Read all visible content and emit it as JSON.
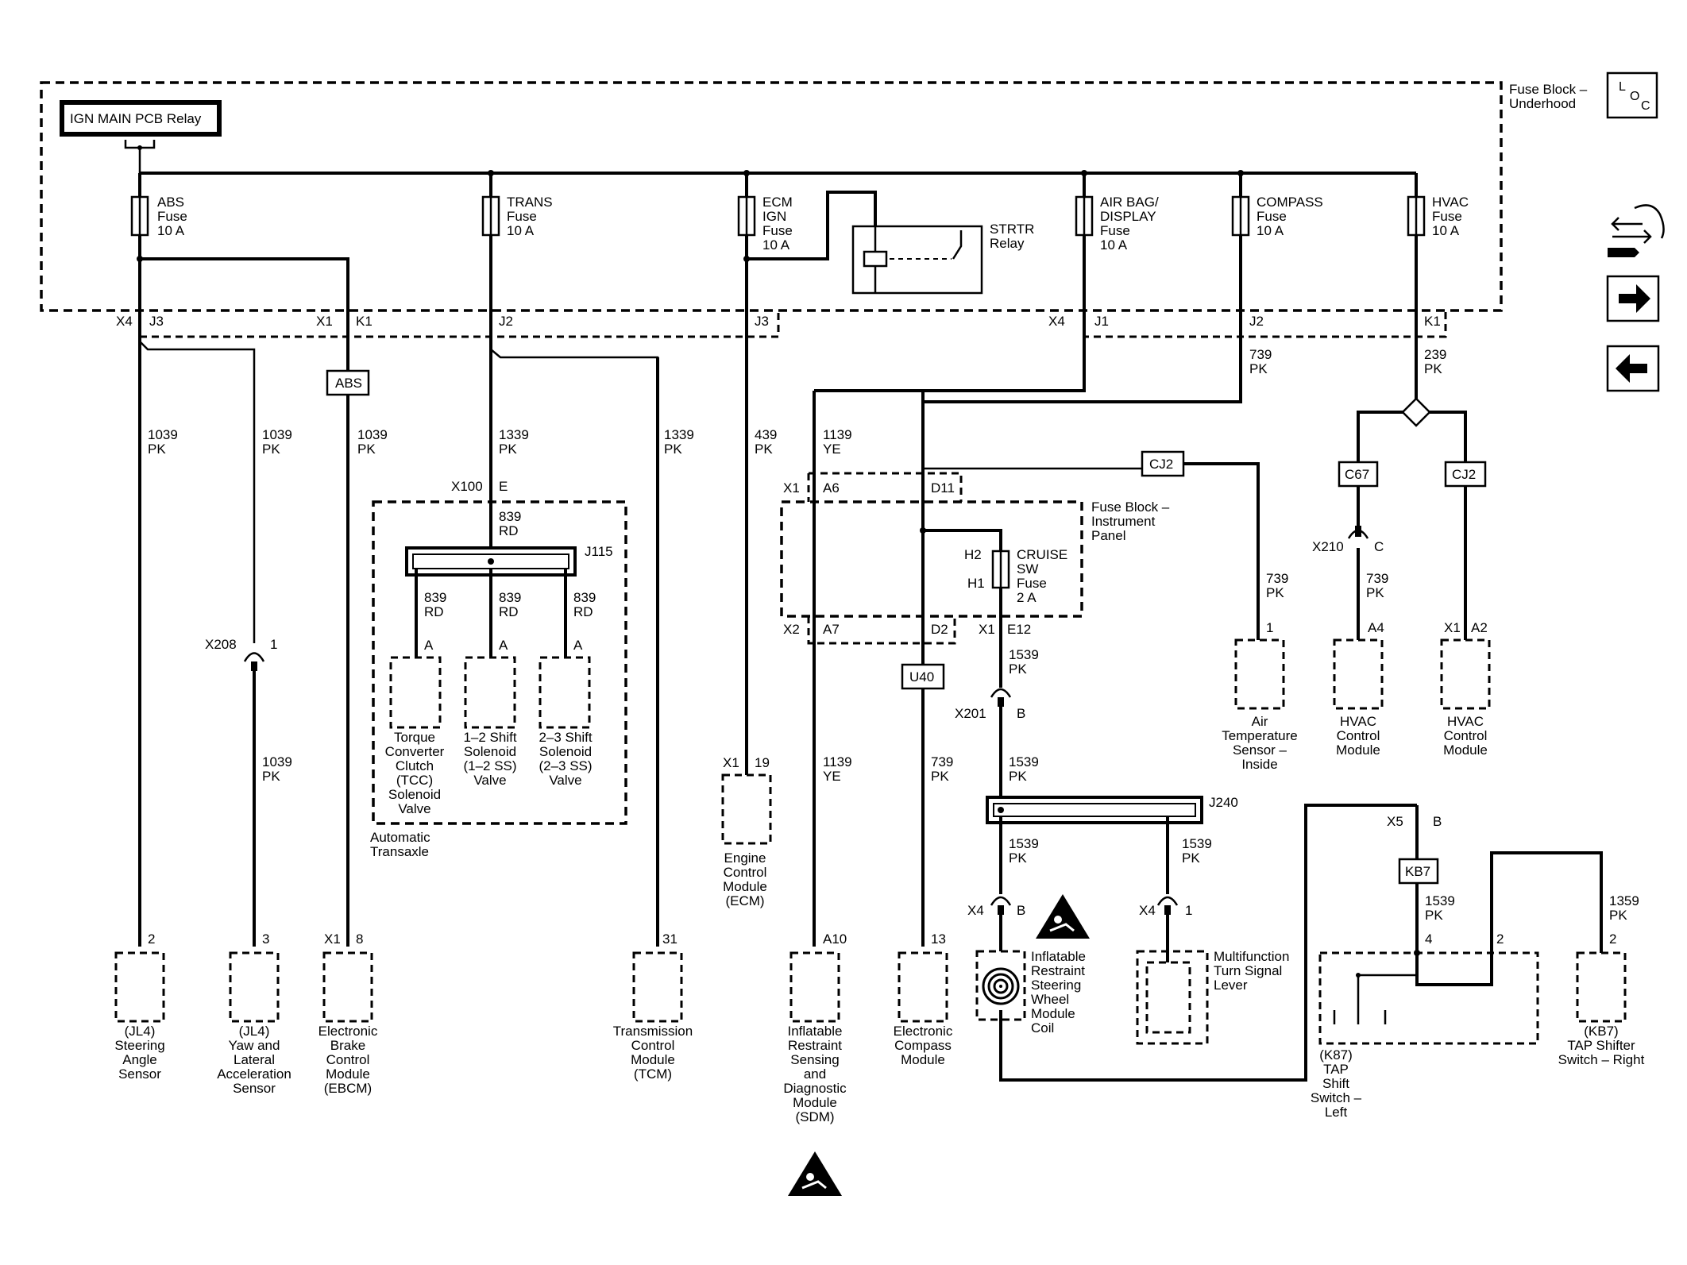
{
  "fuse_block_underhood": {
    "label_1": "Fuse Block –",
    "label_2": "Underhood",
    "relay_label": "IGN MAIN PCB Relay",
    "loc": {
      "l": "L",
      "o": "O",
      "c": "C"
    },
    "fuses": [
      {
        "name": "ABS",
        "line2": "Fuse",
        "rating": "10 A"
      },
      {
        "name": "TRANS",
        "line2": "Fuse",
        "rating": "10 A"
      },
      {
        "name": "ECM",
        "line2": "IGN",
        "line3": "Fuse",
        "rating": "10 A"
      },
      {
        "name": "AIR BAG/",
        "line2": "DISPLAY",
        "line3": "Fuse",
        "rating": "10 A"
      },
      {
        "name": "COMPASS",
        "line2": "Fuse",
        "rating": "10 A"
      },
      {
        "name": "HVAC",
        "line2": "Fuse",
        "rating": "10 A"
      }
    ],
    "strtr_relay": {
      "line1": "STRTR",
      "line2": "Relay"
    }
  },
  "connectors": {
    "x4_j3": {
      "conn": "X4",
      "pin": "J3"
    },
    "x1_k1": {
      "conn": "X1",
      "pin": "K1"
    },
    "j2": "J2",
    "j3": "J3",
    "x4_j1": {
      "conn": "X4",
      "pin": "J1"
    },
    "j2b": "J2",
    "k1": "K1"
  },
  "splices": {
    "abs": "ABS",
    "cj2_a": "CJ2",
    "c67": "C67",
    "cj2_b": "CJ2",
    "u40": "U40",
    "kb7": "KB7"
  },
  "wires": {
    "w1039": {
      "circuit": "1039",
      "color": "PK"
    },
    "w1339": {
      "circuit": "1339",
      "color": "PK"
    },
    "w839": {
      "circuit": "839",
      "color": "RD"
    },
    "w439": {
      "circuit": "439",
      "color": "PK"
    },
    "w1139": {
      "circuit": "1139",
      "color": "YE"
    },
    "w739": {
      "circuit": "739",
      "color": "PK"
    },
    "w239": {
      "circuit": "239",
      "color": "PK"
    },
    "w1539": {
      "circuit": "1539",
      "color": "PK"
    },
    "w1359": {
      "circuit": "1359",
      "color": "PK"
    }
  },
  "automatic_transaxle": {
    "x100": "X100",
    "pin_e": "E",
    "j115": "J115",
    "pin_a": "A",
    "label_1": "Automatic",
    "label_2": "Transaxle",
    "tcc": [
      "Torque",
      "Converter",
      "Clutch",
      "(TCC)",
      "Solenoid",
      "Valve"
    ],
    "ss12": [
      "1–2 Shift",
      "Solenoid",
      "(1–2 SS)",
      "Valve"
    ],
    "ss23": [
      "2–3 Shift",
      "Solenoid",
      "(2–3 SS)",
      "Valve"
    ]
  },
  "x208": {
    "conn": "X208",
    "pin": "1"
  },
  "fuse_block_ip": {
    "label": [
      "Fuse Block –",
      "Instrument",
      "Panel"
    ],
    "x1": "X1",
    "a6": "A6",
    "d11": "D11",
    "x2": "X2",
    "a7": "A7",
    "d2": "D2",
    "x1b": "X1",
    "e12": "E12",
    "h2": "H2",
    "h1": "H1",
    "cruise_fuse": [
      "CRUISE",
      "SW",
      "Fuse",
      "2 A"
    ]
  },
  "x201": {
    "conn": "X201",
    "pin": "B"
  },
  "j240": "J240",
  "x210": {
    "conn": "X210",
    "pin": "C"
  },
  "x5": {
    "conn": "X5",
    "pin": "B"
  },
  "modules": {
    "steering_angle": {
      "pin": "2",
      "name": [
        "(JL4)",
        "Steering",
        "Angle",
        "Sensor"
      ]
    },
    "yaw": {
      "pin": "3",
      "name": [
        "(JL4)",
        "Yaw and",
        "Lateral",
        "Acceleration",
        "Sensor"
      ]
    },
    "ebcm": {
      "conn": "X1",
      "pin": "8",
      "name": [
        "Electronic",
        "Brake",
        "Control",
        "Module",
        "(EBCM)"
      ]
    },
    "tcm": {
      "pin": "31",
      "name": [
        "Transmission",
        "Control",
        "Module",
        "(TCM)"
      ]
    },
    "ecm": {
      "conn": "X1",
      "pin": "19",
      "name": [
        "Engine",
        "Control",
        "Module",
        "(ECM)"
      ]
    },
    "sdm": {
      "pin": "A10",
      "name": [
        "Inflatable",
        "Restraint",
        "Sensing",
        "and",
        "Diagnostic",
        "Module",
        "(SDM)"
      ]
    },
    "compass": {
      "pin": "13",
      "name": [
        "Electronic",
        "Compass",
        "Module"
      ]
    },
    "airbag_coil": {
      "conn": "X4",
      "pin": "B",
      "name": [
        "Inflatable",
        "Restraint",
        "Steering",
        "Wheel",
        "Module",
        "Coil"
      ]
    },
    "turn_signal": {
      "conn": "X4",
      "pin": "1",
      "name": [
        "Multifunction",
        "Turn Signal",
        "Lever"
      ]
    },
    "air_temp": {
      "pin": "1",
      "name": [
        "Air",
        "Temperature",
        "Sensor –",
        "Inside"
      ]
    },
    "hvac_1": {
      "pin": "A4",
      "name": [
        "HVAC",
        "Control",
        "Module"
      ]
    },
    "hvac_2": {
      "conn": "X1",
      "pin": "A2",
      "name": [
        "HVAC",
        "Control",
        "Module"
      ]
    },
    "tap_left": {
      "pin4": "4",
      "pin2": "2",
      "name": [
        "(K87)",
        "TAP",
        "Shift",
        "Switch –",
        "Left"
      ]
    },
    "tap_right": {
      "pin": "2",
      "name": [
        "(KB7)",
        "TAP Shifter",
        "Switch – Right"
      ]
    }
  },
  "nav_icons": [
    "wrench-arrows-icon",
    "arrow-right-icon",
    "arrow-left-icon"
  ]
}
